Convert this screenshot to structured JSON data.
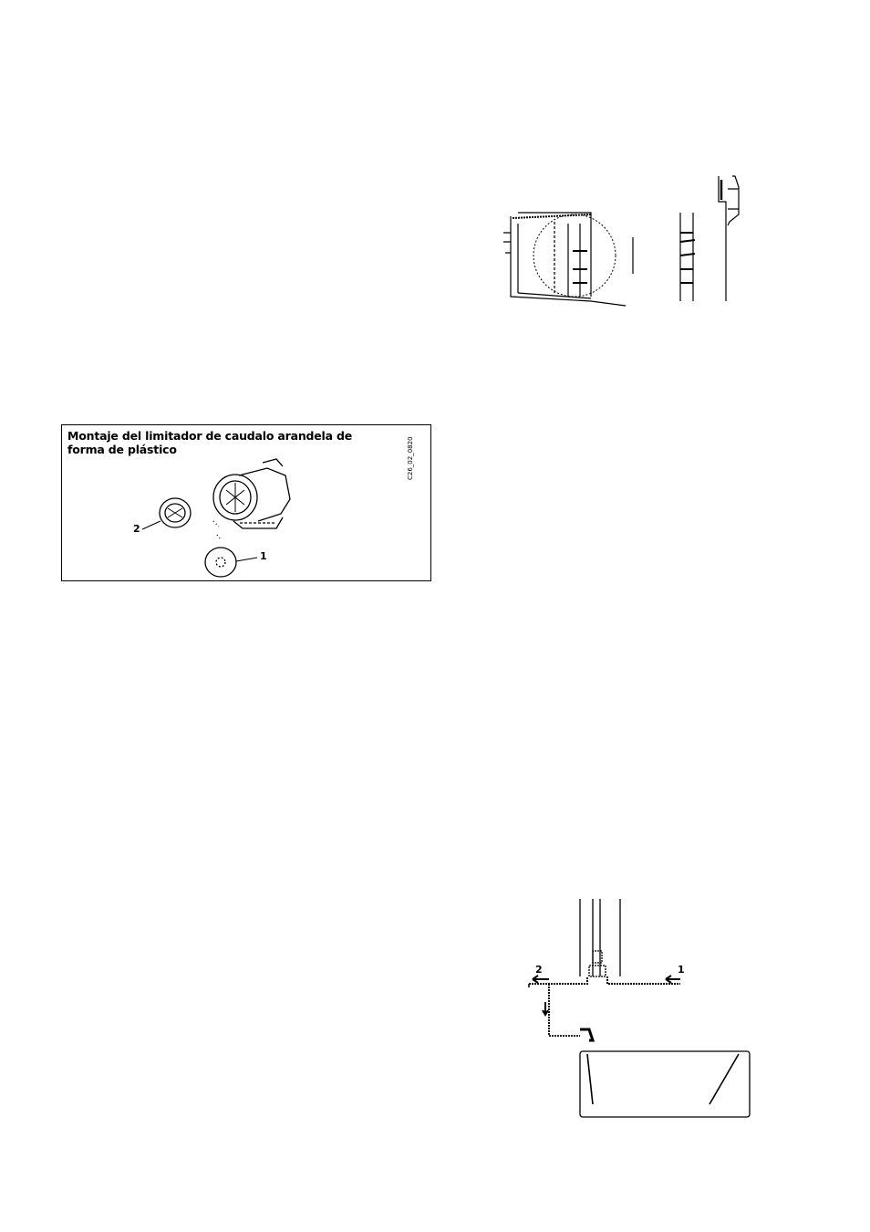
{
  "figure_flow_limiter": {
    "caption": "Montaje del limitador de caudalo arandela de forma de plástico",
    "callout_1": "1",
    "callout_2": "2",
    "code": "C26_02_0820"
  },
  "figure_drain": {
    "callout_1": "1",
    "callout_2": "2"
  }
}
